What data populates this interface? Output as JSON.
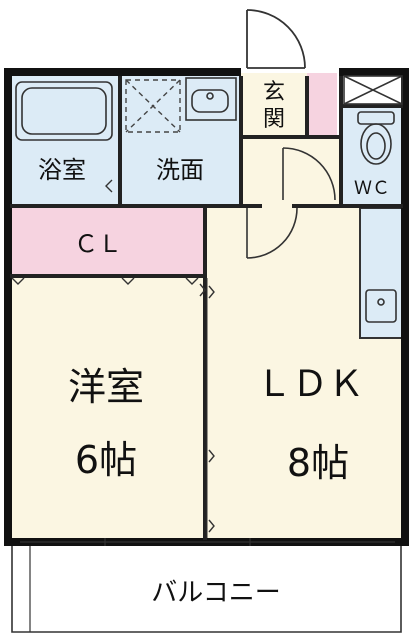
{
  "rooms": {
    "bath": "浴室",
    "washroom": "洗面",
    "entrance_line1": "玄",
    "entrance_line2": "関",
    "wc": "ＷＣ",
    "closet": "ＣＬ",
    "western_room_name": "洋室",
    "western_room_size": "6帖",
    "ldk_name": "ＬＤＫ",
    "ldk_size": "8帖",
    "balcony": "バルコニー"
  },
  "colors": {
    "wet_area": "#dcebf6",
    "room_floor": "#fbf6e2",
    "closet_and_shoe": "#f6d3e0",
    "entrance_floor": "#fbf6e2",
    "wall": "#111111",
    "balcony": "#ffffff"
  }
}
